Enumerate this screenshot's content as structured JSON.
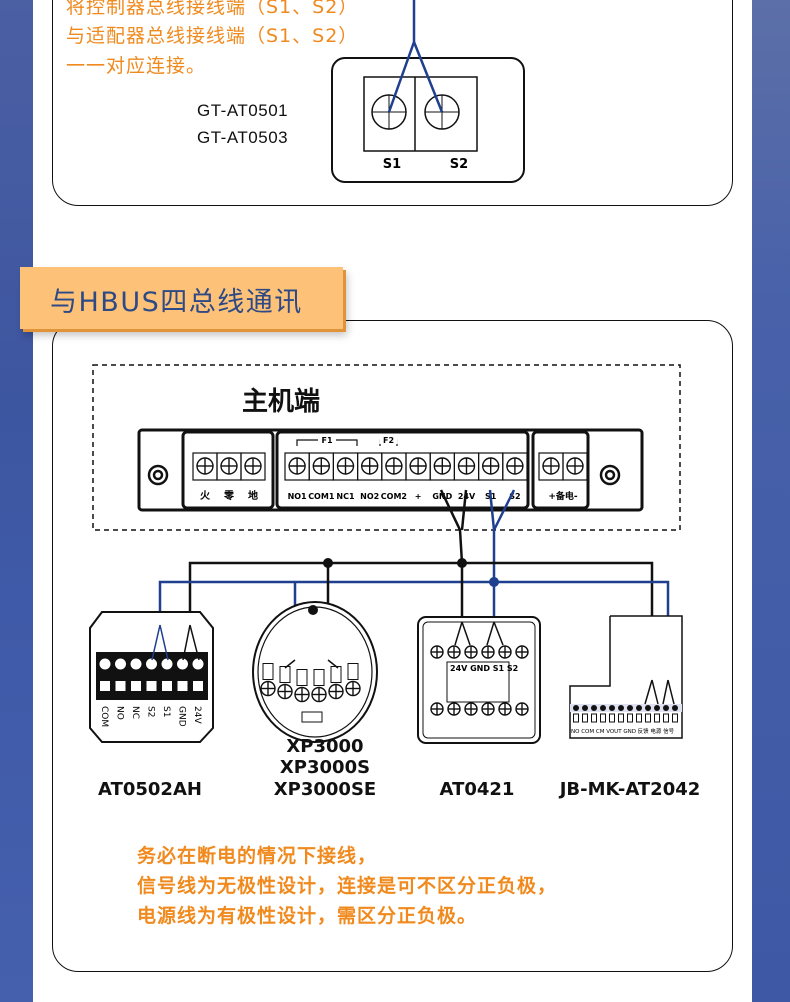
{
  "top_section": {
    "instructions": [
      "将控制器总线接线端（S1、S2）",
      "与适配器总线接线端（S1、S2）",
      "一一对应连接。"
    ],
    "models": [
      "GT-AT0501",
      "GT-AT0503"
    ],
    "terminal_labels": [
      "S1",
      "S2"
    ]
  },
  "section_title": "与HBUS四总线通讯",
  "host": {
    "title": "主机端",
    "power_labels": [
      "火",
      "零",
      "地"
    ],
    "group_labels": [
      "F1",
      "F2"
    ],
    "main_labels": [
      "NO1",
      "COM1",
      "NC1",
      "NO2",
      "COM2",
      "+",
      "GND",
      "24V",
      "S1",
      "S2"
    ],
    "backup_label": "+备电-"
  },
  "devices": {
    "at0502ah": {
      "name": "AT0502AH",
      "terminals": [
        "COM",
        "NO",
        "NC",
        "S2",
        "S1",
        "GND",
        "24V"
      ]
    },
    "xp3000": {
      "names": [
        "XP3000",
        "XP3000S",
        "XP3000SE"
      ]
    },
    "at0421": {
      "name": "AT0421",
      "terminals": "24V GND S1 S2"
    },
    "jb": {
      "name": "JB-MK-AT2042",
      "terminals": "NO COM CM VOUT GND  反馈   电源   信号"
    }
  },
  "notes": [
    "务必在断电的情况下接线，",
    "信号线为无极性设计，连接是可不区分正负极，",
    "电源线为有极性设计，需区分正负极。"
  ],
  "colors": {
    "orange_text": "#f08a1e",
    "banner": "#fdc277",
    "title_blue": "#2e4a86",
    "signal_wire": "#1f3f8f",
    "side_blue": "#3f5aa8"
  }
}
